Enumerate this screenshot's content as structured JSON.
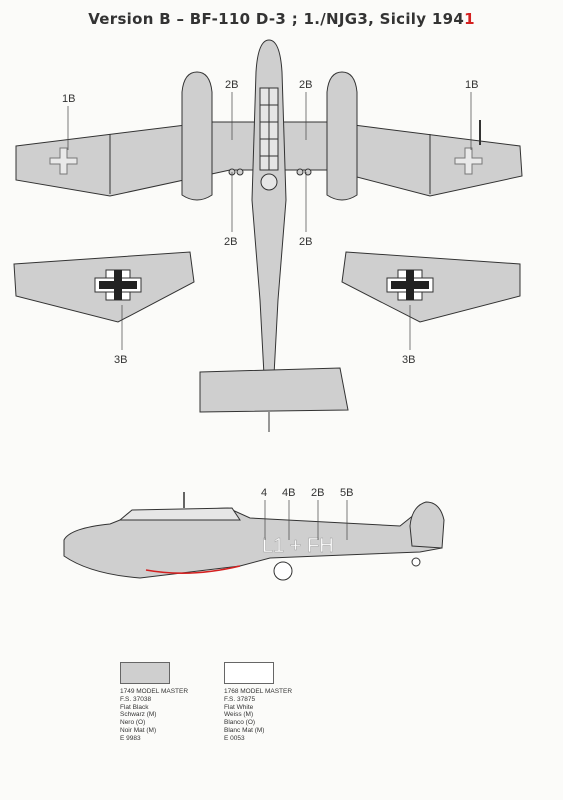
{
  "title": {
    "main": "Version B – BF-110 D-3 ; 1./NJG3, Sicily 194",
    "red_digit": "1"
  },
  "callouts": {
    "wing_left": "1B",
    "wing_right": "1B",
    "fuselage_top_left": "2B",
    "fuselage_top_right": "2B",
    "fuselage_bottom_left": "2B",
    "fuselage_bottom_right": "2B",
    "under_left": "3B",
    "under_right": "3B",
    "side_4": "4",
    "side_4b": "4B",
    "side_2b": "2B",
    "side_5b": "5B"
  },
  "fuselage_code": "L1 + FH",
  "colors": {
    "aircraft_grey": "#cfcfcf",
    "outline": "#333333",
    "red_line": "#d42020",
    "white": "#ffffff"
  },
  "paints": [
    {
      "swatch_color": "#cfcfcf",
      "lines": [
        "1749 MODEL MASTER",
        "F.S. 37038",
        "Flat Black",
        "Schwarz (M)",
        "Nero (O)",
        "Noir Mat (M)",
        "E 9983"
      ]
    },
    {
      "swatch_color": "#ffffff",
      "lines": [
        "1768 MODEL MASTER",
        "F.S. 37875",
        "Flat White",
        "Weiss (M)",
        "Blanco (O)",
        "Blanc Mat (M)",
        "E 0053"
      ]
    }
  ]
}
